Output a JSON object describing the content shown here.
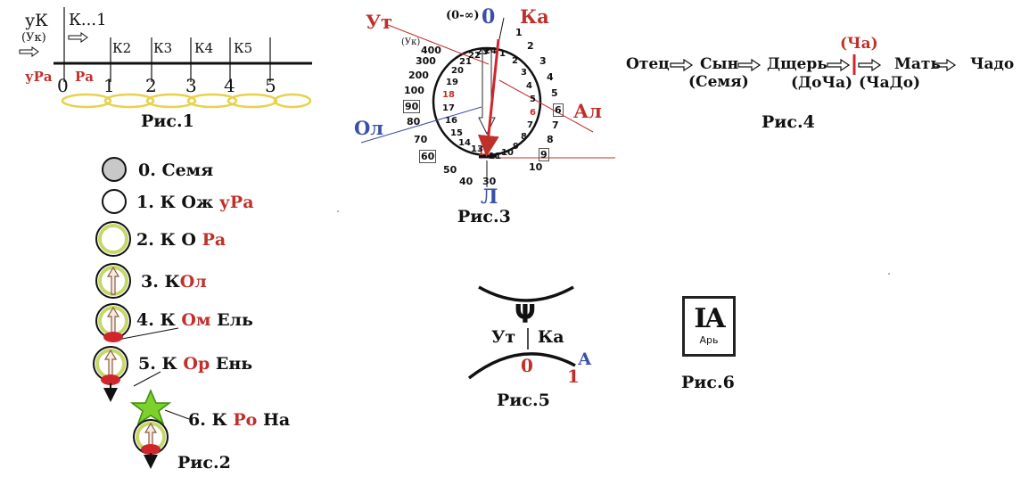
{
  "fig1": {
    "caption": "Рис.1",
    "uk": "уК",
    "uk_paren": "(Ук)",
    "k_dots": "К...1",
    "k_labels": [
      "К2",
      "К3",
      "К4",
      "К5"
    ],
    "ura": "уРа",
    "ra": "Ра",
    "numbers": [
      "0",
      "1",
      "2",
      "3",
      "4",
      "5"
    ]
  },
  "fig2": {
    "caption": "Рис.2",
    "items": [
      {
        "num": "0.",
        "k": "",
        "red": "",
        "black": "Семя"
      },
      {
        "num": "1.",
        "k": "К",
        "black": "Ож",
        "red": "уРа"
      },
      {
        "num": "2.",
        "k": "К",
        "black": "О",
        "red": "Ра"
      },
      {
        "num": "3.",
        "k": "К",
        "red": "Ол",
        "black": ""
      },
      {
        "num": "4.",
        "k": "К",
        "red": "Ом",
        "black": "Ель"
      },
      {
        "num": "5.",
        "k": "К",
        "red": "Ор",
        "black": "Ень"
      },
      {
        "num": "6.",
        "k": "К",
        "red": "Ро",
        "black": "На"
      }
    ]
  },
  "fig3": {
    "caption": "Рис.3",
    "ut": "Ут",
    "ka": "Ка",
    "al": "Ал",
    "ol": "Ол",
    "l": "Л",
    "zero": "0",
    "inf": "(0-∞)",
    "uk": "(Ук)",
    "inner_numbers": [
      "24",
      "1",
      "2",
      "3",
      "4",
      "5",
      "6",
      "7",
      "8",
      "9",
      "10",
      "11",
      "12",
      "13",
      "14",
      "15",
      "16",
      "17",
      "18",
      "19",
      "20",
      "21",
      "22",
      "23"
    ],
    "outer_numbers": [
      "400",
      "300",
      "200",
      "100",
      "90",
      "80",
      "70",
      "60",
      "50",
      "40",
      "30",
      "1",
      "2",
      "3",
      "4",
      "5",
      "6",
      "7",
      "8",
      "9",
      "10"
    ]
  },
  "fig4": {
    "caption": "Рис.4",
    "chain": [
      "Отец",
      "Сын",
      "Дщерь",
      "Мать",
      "Чадо"
    ],
    "semya": "(Семя)",
    "docha": "(ДоЧа)",
    "chado_paren": "(ЧаДо)",
    "cha": "(Ча)"
  },
  "fig5": {
    "caption": "Рис.5",
    "psi": "Ψ",
    "ut": "Ут",
    "ka": "Ка",
    "zero": "0",
    "one": "1",
    "a": "А"
  },
  "fig6": {
    "caption": "Рис.6",
    "glyph": "IA",
    "sub": "Арь"
  },
  "colors": {
    "red": "#c0302b",
    "blue": "#3a4fa8",
    "yellow": "#f3e37a",
    "green": "#8bc34a",
    "gray": "#c8c8c8"
  }
}
